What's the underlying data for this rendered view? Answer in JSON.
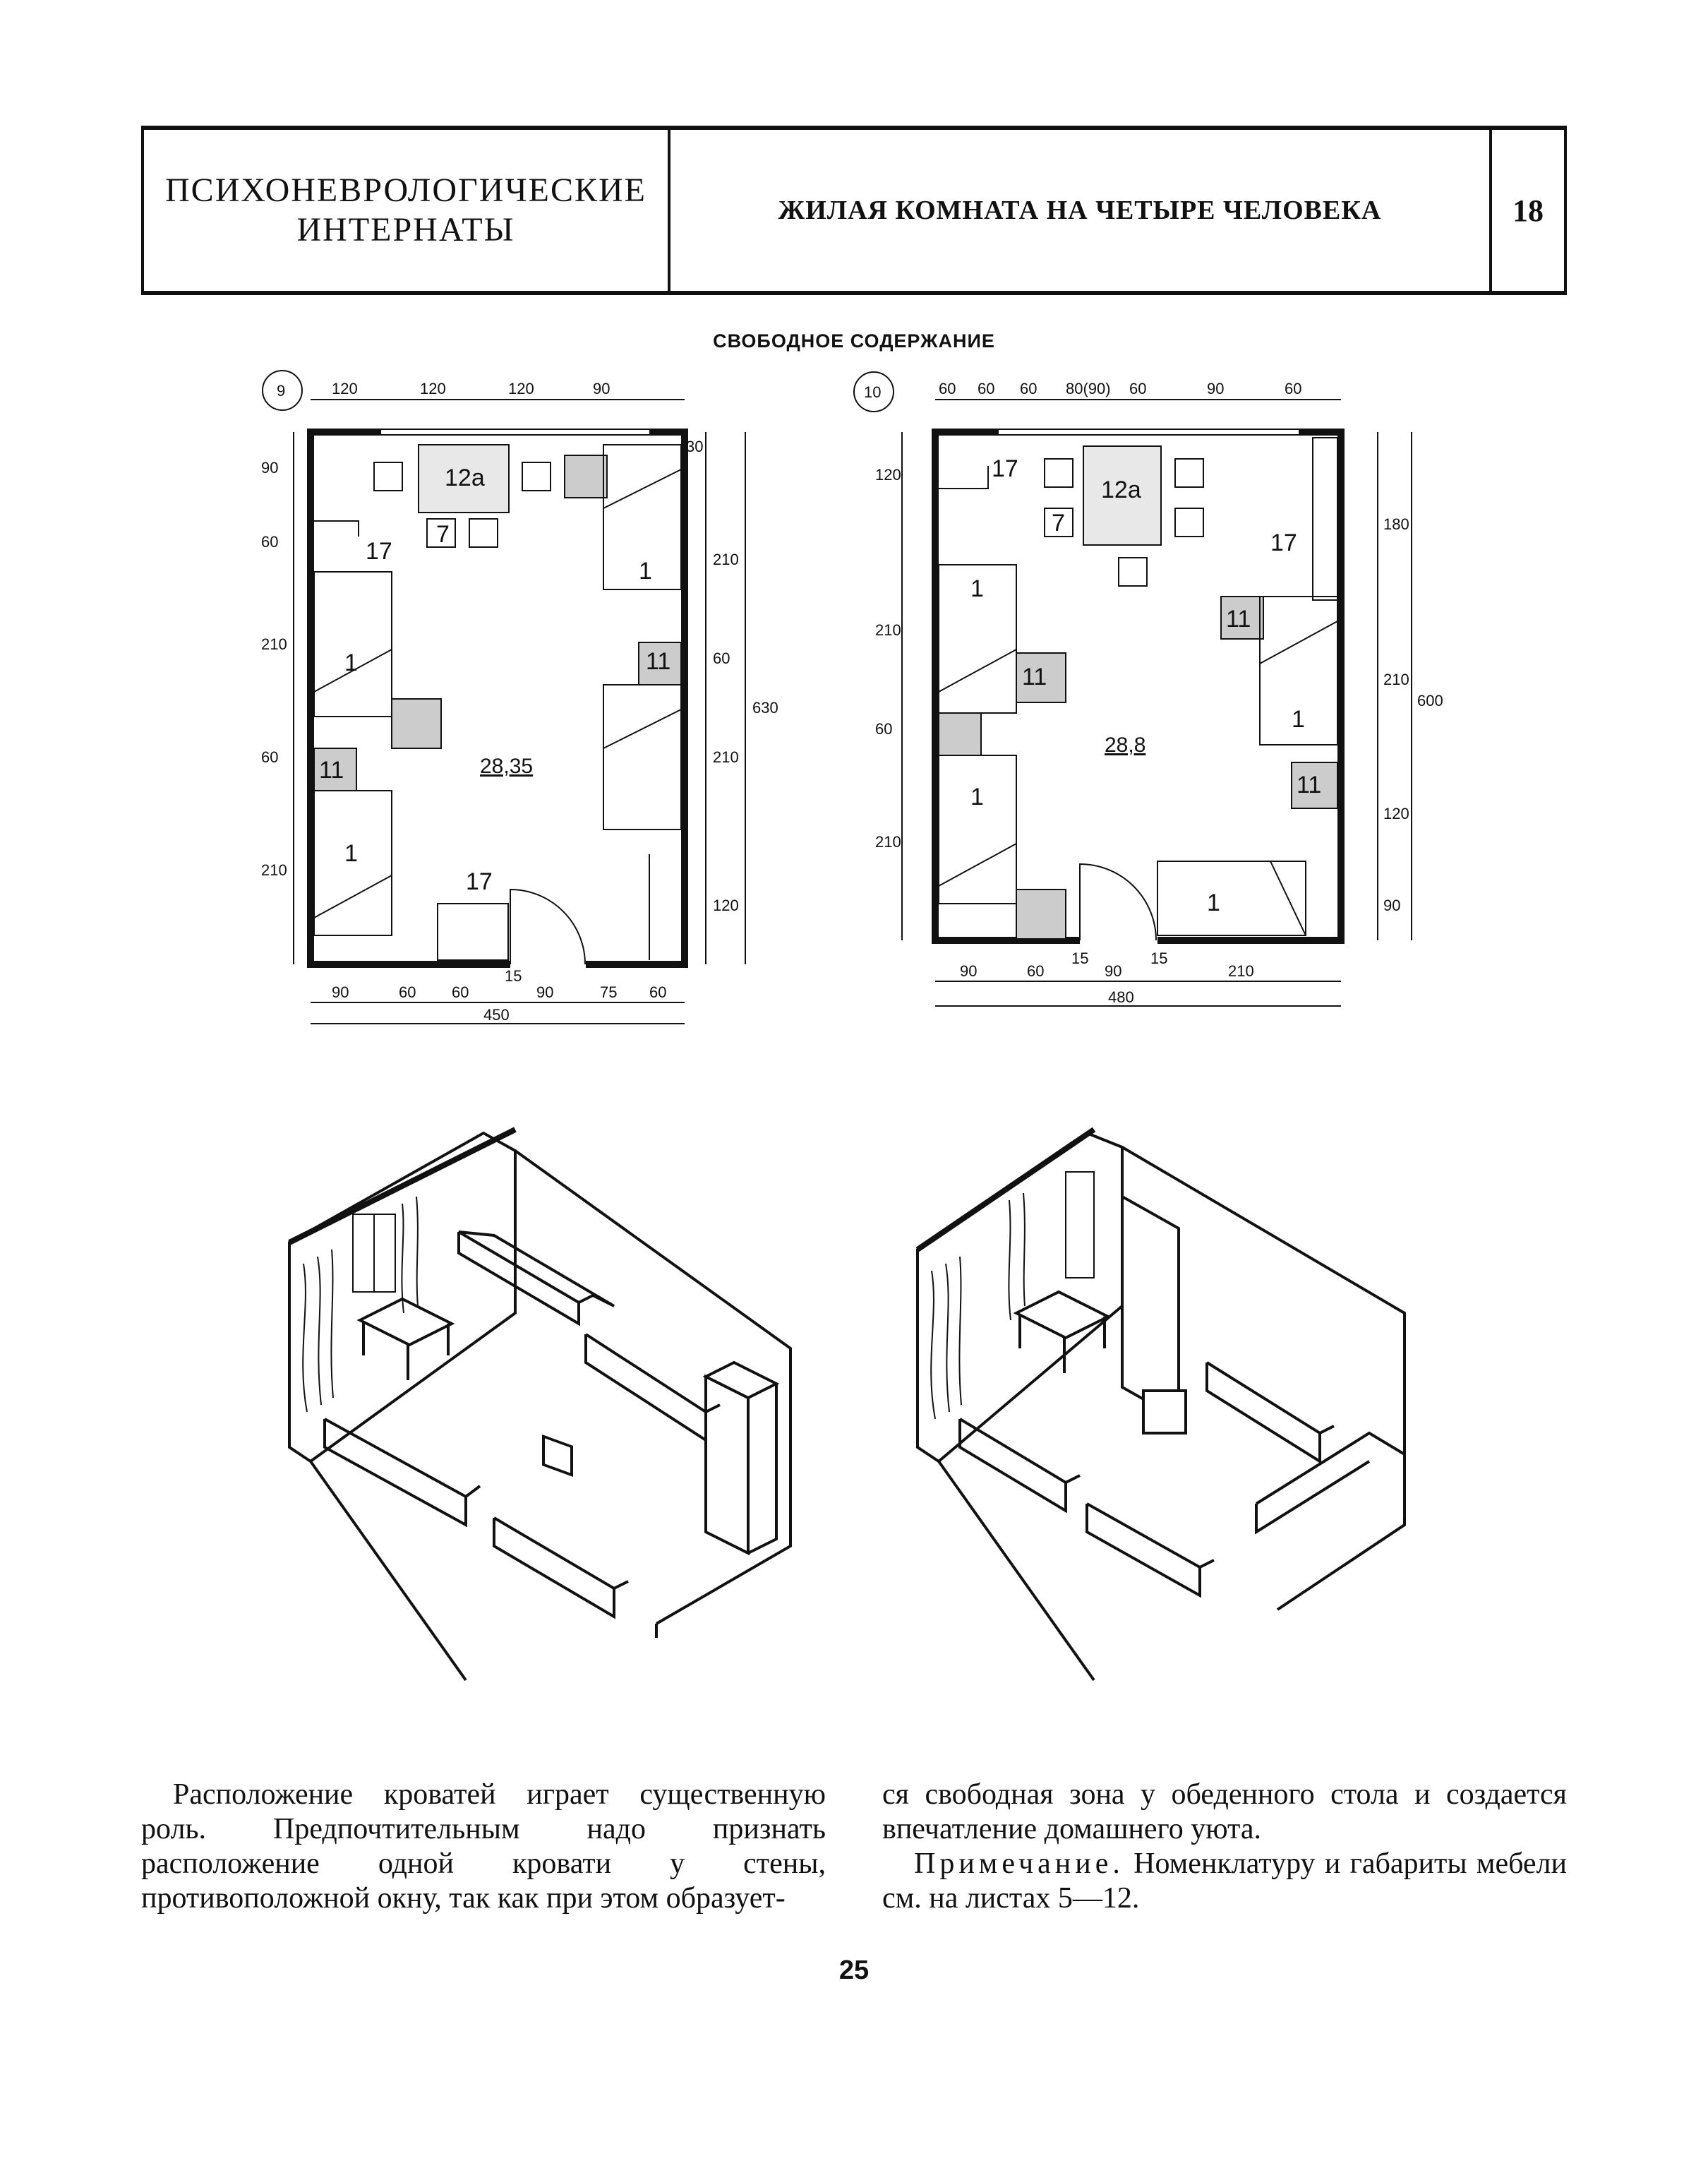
{
  "header": {
    "section_line1": "ПСИХОНЕВРОЛОГИЧЕСКИЕ",
    "section_line2": "ИНТЕРНАТЫ",
    "title": "ЖИЛАЯ КОМНАТА НА ЧЕТЫРЕ ЧЕЛОВЕКА",
    "sheet_number": "18"
  },
  "section_title": "СВОБОДНОЕ СОДЕРЖАНИЕ",
  "plan9": {
    "number": "9",
    "area": "28,35",
    "top_dims": [
      "120",
      "120",
      "120",
      "90"
    ],
    "left_dims": [
      "90",
      "60",
      "210",
      "60",
      "210"
    ],
    "right_dims": [
      "30",
      "210",
      "60",
      "210",
      "120"
    ],
    "total_height": "630",
    "bottom_dims": [
      "90",
      "60",
      "60",
      "15",
      "90",
      "75",
      "60"
    ],
    "total_width": "450",
    "labels": {
      "table": "12а",
      "cabinet": "7",
      "wardrobe_top": "17",
      "wardrobe_bottom": "17",
      "bed": "1",
      "nightstand": "11"
    }
  },
  "plan10": {
    "number": "10",
    "area": "28,8",
    "top_dims": [
      "60",
      "60",
      "60",
      "80(90)",
      "60",
      "90",
      "60"
    ],
    "left_dims": [
      "120",
      "210",
      "60",
      "210"
    ],
    "right_dims": [
      "180",
      "210",
      "120",
      "90"
    ],
    "total_height": "600",
    "bottom_dims": [
      "90",
      "60",
      "15",
      "90",
      "15",
      "210"
    ],
    "total_width": "480",
    "labels": {
      "table": "12а",
      "cabinet": "7",
      "wardrobe_top": "17",
      "wardrobe_right": "17",
      "bed": "1",
      "nightstand": "11"
    }
  },
  "body_text": {
    "col1": "Расположение кроватей играет существенную роль. Предпочтительным надо признать расположение одной кровати у стены, противоположной окну, так как при этом образует-",
    "col2_p1": "ся свободная зона у обеденного стола и создается впечатление домашнего уюта.",
    "note_label": "Примечание.",
    "note_text": " Номенклатуру и габариты мебели см. на листах 5—12."
  },
  "page_number": "25"
}
